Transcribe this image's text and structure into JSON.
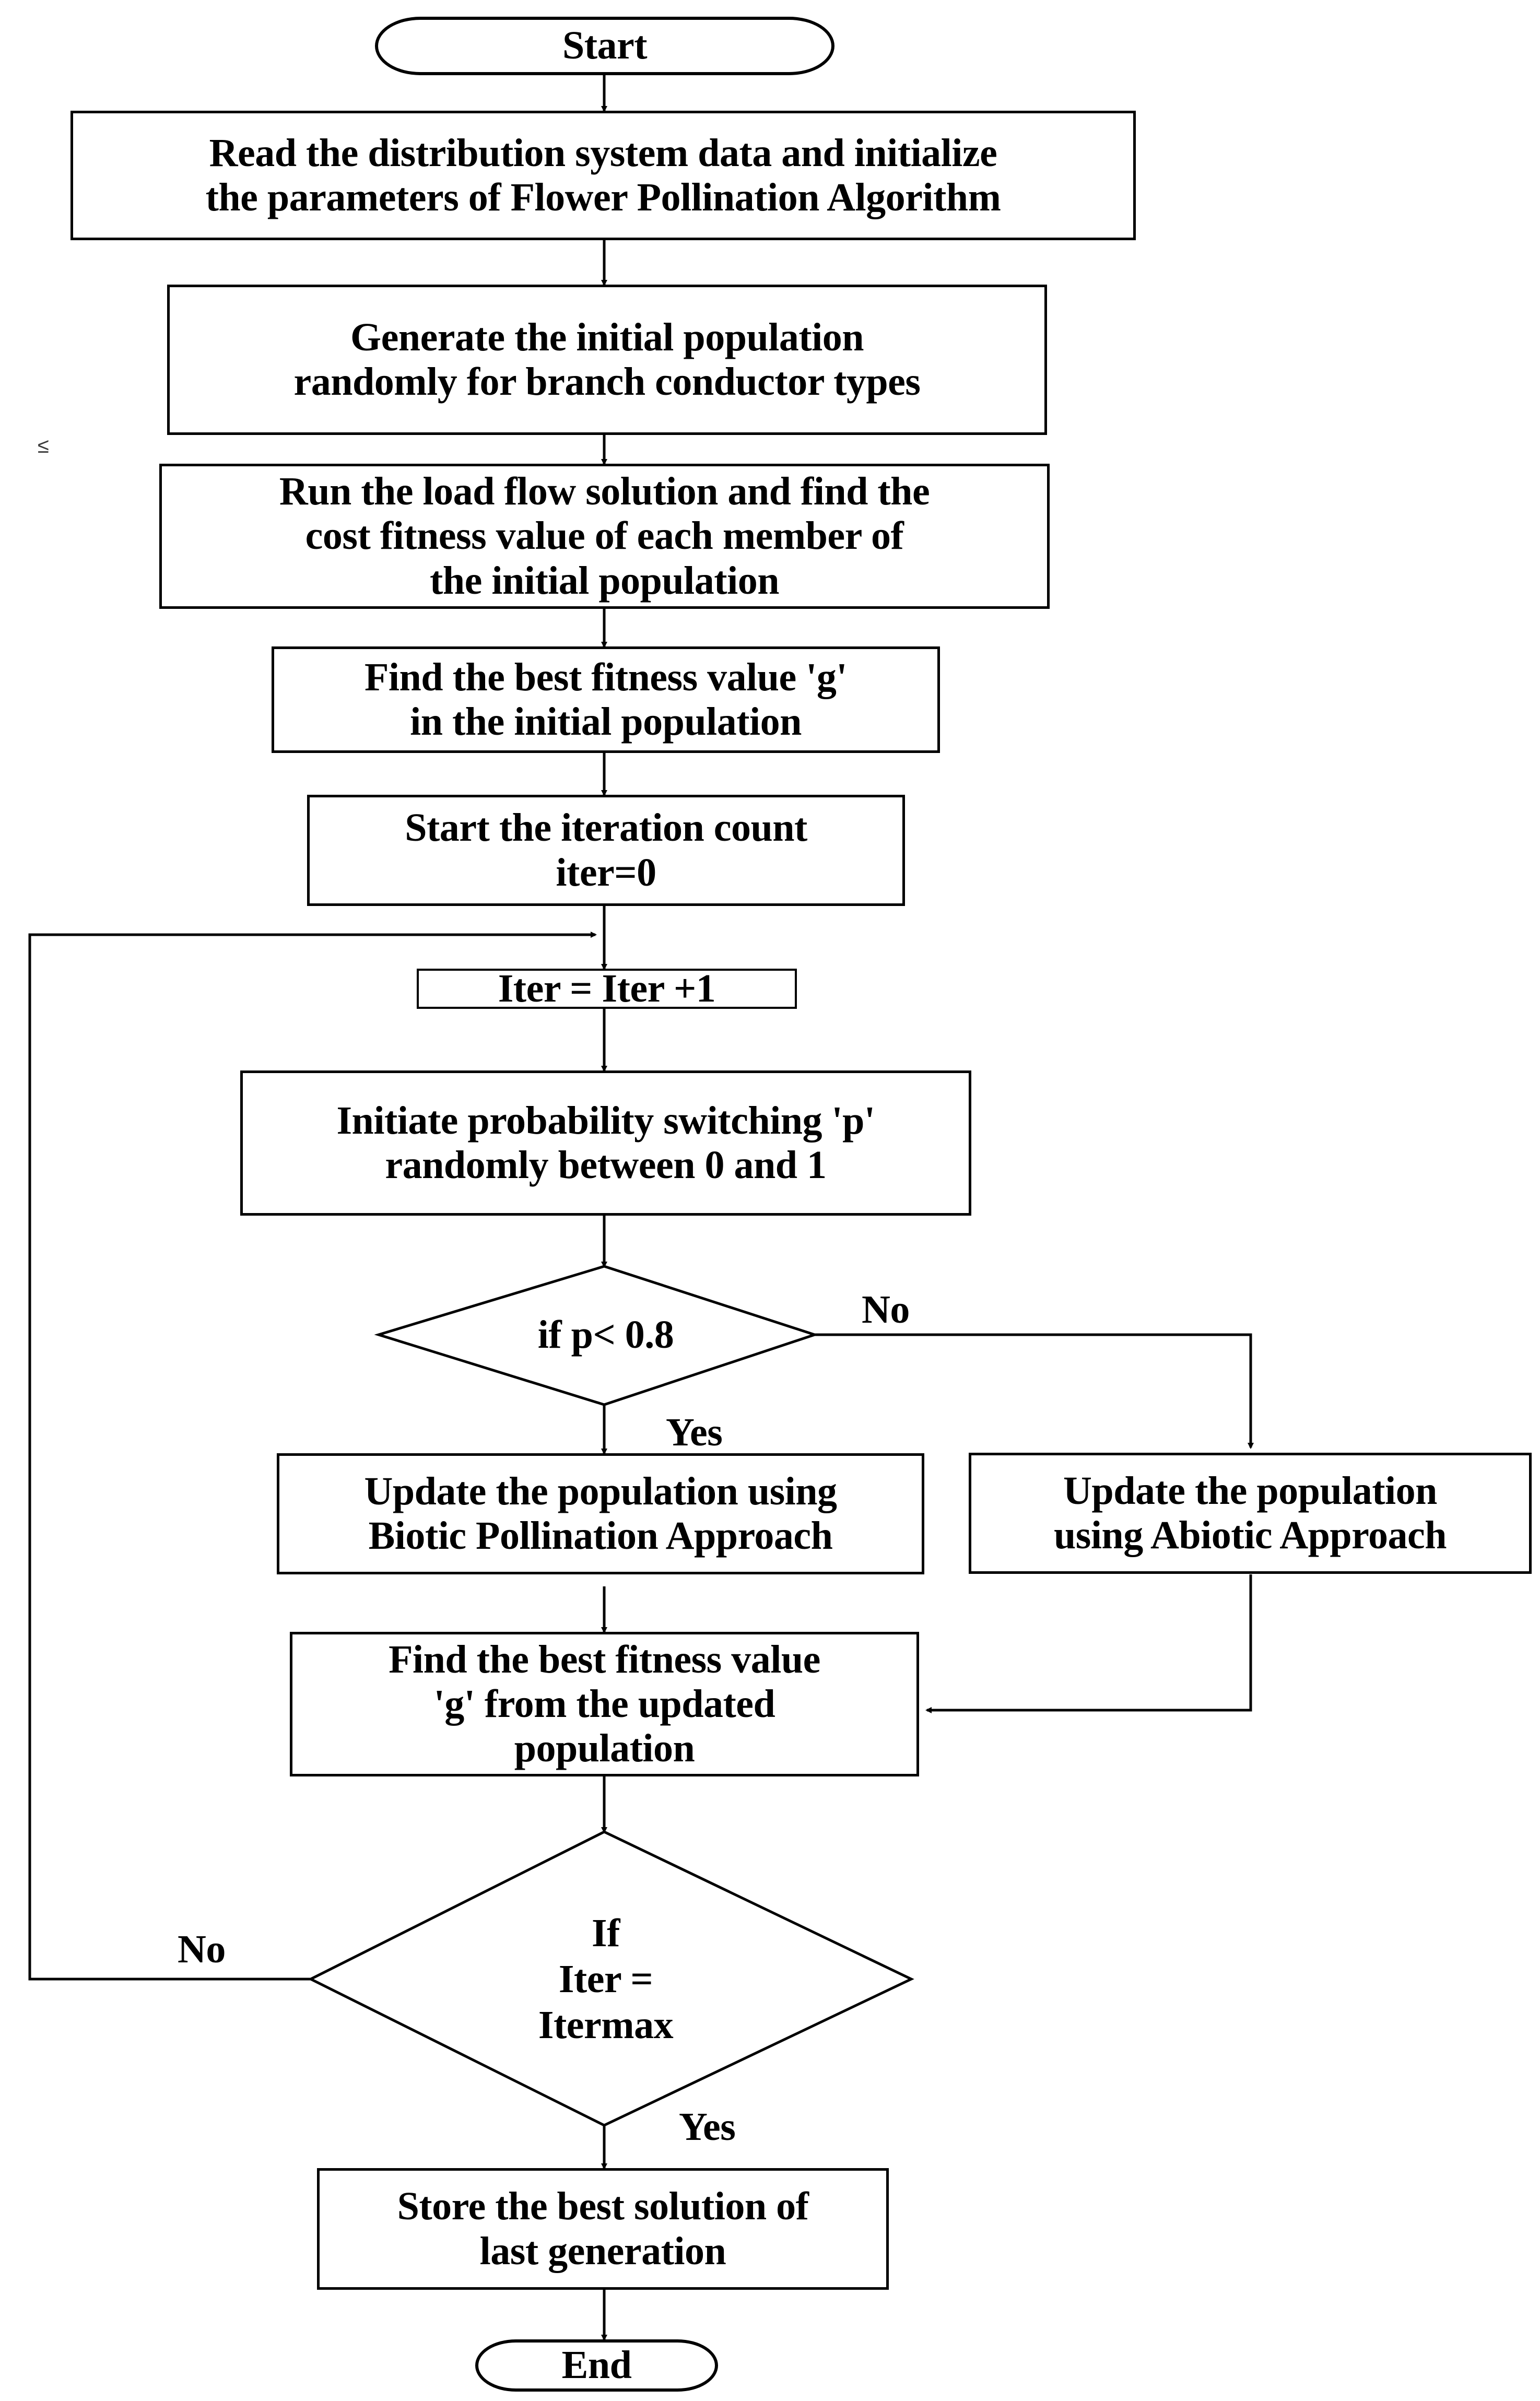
{
  "diagram": {
    "title": "Flower Pollination Algorithm flowchart",
    "stroke_color": "#000000",
    "fill_color": "#ffffff",
    "artifact_glyph": "≤"
  },
  "nodes": {
    "start": {
      "label": "Start",
      "shape": "terminator"
    },
    "read_data": {
      "label": "Read the distribution system data and initialize\nthe parameters of Flower Pollination Algorithm",
      "shape": "process"
    },
    "generate_population": {
      "label": "Generate the initial population\nrandomly for branch conductor types",
      "shape": "process"
    },
    "run_load_flow": {
      "label": "Run the load flow solution and find the\ncost fitness value  of each member of\nthe initial population",
      "shape": "process"
    },
    "find_best_initial": {
      "label": "Find the best fitness value 'g'\nin the initial population",
      "shape": "process"
    },
    "start_iteration": {
      "label": "Start the iteration count\niter=0",
      "shape": "process"
    },
    "increment_iter": {
      "label": "Iter = Iter +1",
      "shape": "process"
    },
    "initiate_probability": {
      "label": "Initiate probability switching 'p'\nrandomly between 0 and 1",
      "shape": "process"
    },
    "decision_probability": {
      "label": "if  p< 0.8",
      "shape": "decision"
    },
    "update_biotic": {
      "label": "Update the population using\nBiotic Pollination Approach",
      "shape": "process"
    },
    "update_abiotic": {
      "label": "Update the population\nusing  Abiotic Approach",
      "shape": "process"
    },
    "find_best_updated": {
      "label": "Find the best fitness value\n'g' from the updated\npopulation",
      "shape": "process"
    },
    "decision_itermax": {
      "label": "If\nIter =\nItermax",
      "shape": "decision"
    },
    "store_best": {
      "label": "Store the best solution of\nlast generation",
      "shape": "process"
    },
    "end": {
      "label": "End",
      "shape": "terminator"
    }
  },
  "edge_labels": {
    "probability_no": "No",
    "probability_yes": "Yes",
    "itermax_no": "No",
    "itermax_yes": "Yes"
  }
}
